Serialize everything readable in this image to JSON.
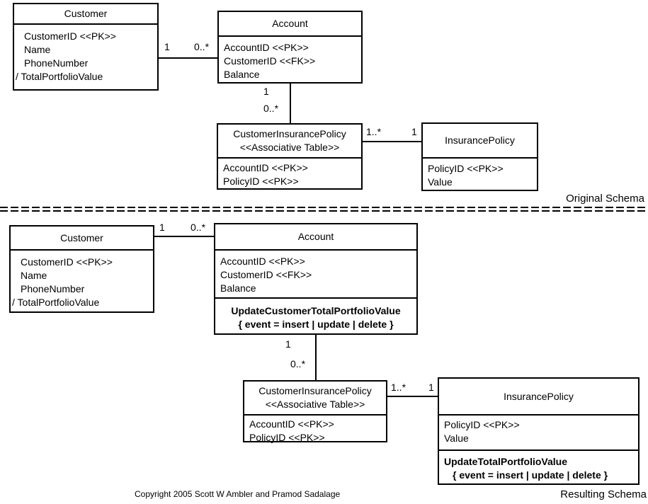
{
  "original": {
    "section_label": "Original Schema",
    "customer": {
      "title": "Customer",
      "attrs": [
        "CustomerID <<PK>>",
        "Name",
        "PhoneNumber",
        "/ TotalPortfolioValue"
      ]
    },
    "account": {
      "title": "Account",
      "attrs": [
        "AccountID <<PK>>",
        "CustomerID <<FK>>",
        "Balance"
      ]
    },
    "policy_link": {
      "title": "CustomerInsurancePolicy",
      "stereotype": "<<Associative Table>>",
      "attrs": [
        "AccountID <<PK>>",
        "PolicyID <<PK>>"
      ]
    },
    "insurance_policy": {
      "title": "InsurancePolicy",
      "attrs": [
        "PolicyID <<PK>>",
        "Value"
      ]
    },
    "multiplicities": {
      "customer_account": [
        "1",
        "0..*"
      ],
      "account_policy_link": [
        "1",
        "0..*"
      ],
      "policy_link_insurance": [
        "1..*",
        "1"
      ]
    }
  },
  "resulting": {
    "section_label": "Resulting Schema",
    "customer": {
      "title": "Customer",
      "attrs": [
        "CustomerID <<PK>>",
        "Name",
        "PhoneNumber",
        "/ TotalPortfolioValue"
      ]
    },
    "account": {
      "title": "Account",
      "attrs": [
        "AccountID <<PK>>",
        "CustomerID <<FK>>",
        "Balance"
      ],
      "trigger": {
        "name": "UpdateCustomerTotalPortfolioValue",
        "event": "{ event = insert | update | delete }"
      }
    },
    "policy_link": {
      "title": "CustomerInsurancePolicy",
      "stereotype": "<<Associative Table>>",
      "attrs": [
        "AccountID <<PK>>",
        "PolicyID <<PK>>"
      ]
    },
    "insurance_policy": {
      "title": "InsurancePolicy",
      "attrs": [
        "PolicyID <<PK>>",
        "Value"
      ],
      "trigger": {
        "name": "UpdateTotalPortfolioValue",
        "event": "{ event = insert | update | delete }"
      }
    },
    "multiplicities": {
      "customer_account": [
        "1",
        "0..*"
      ],
      "account_policy_link": [
        "1",
        "0..*"
      ],
      "policy_link_insurance": [
        "1..*",
        "1"
      ]
    }
  },
  "footer": {
    "copyright": "Copyright 2005 Scott W Ambler and Pramod Sadalage"
  }
}
